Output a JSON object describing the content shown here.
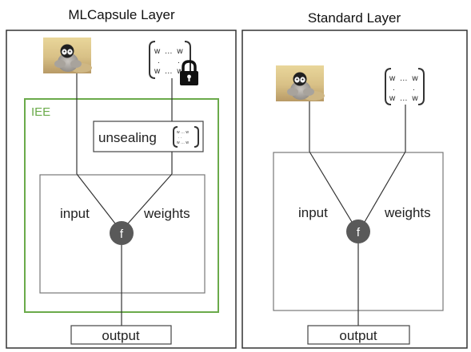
{
  "left_panel": {
    "title": "MLCapsule Layer",
    "iee_label": "IEE",
    "unsealing_label": "unsealing",
    "input_label": "input",
    "weights_label": "weights",
    "function_label": "f",
    "output_label": "output",
    "matrix": {
      "row1": "w  …  w",
      "row2": ".        .",
      "row3": "w  …  w"
    },
    "iee_color": "#6aaa4a"
  },
  "right_panel": {
    "title": "Standard Layer",
    "input_label": "input",
    "weights_label": "weights",
    "function_label": "f",
    "output_label": "output",
    "matrix": {
      "row1": "w  …  w",
      "row2": ".        .",
      "row3": "w  …  w"
    }
  },
  "icons": [
    "penguin-image-icon",
    "lock-icon",
    "weight-matrix-icon"
  ]
}
